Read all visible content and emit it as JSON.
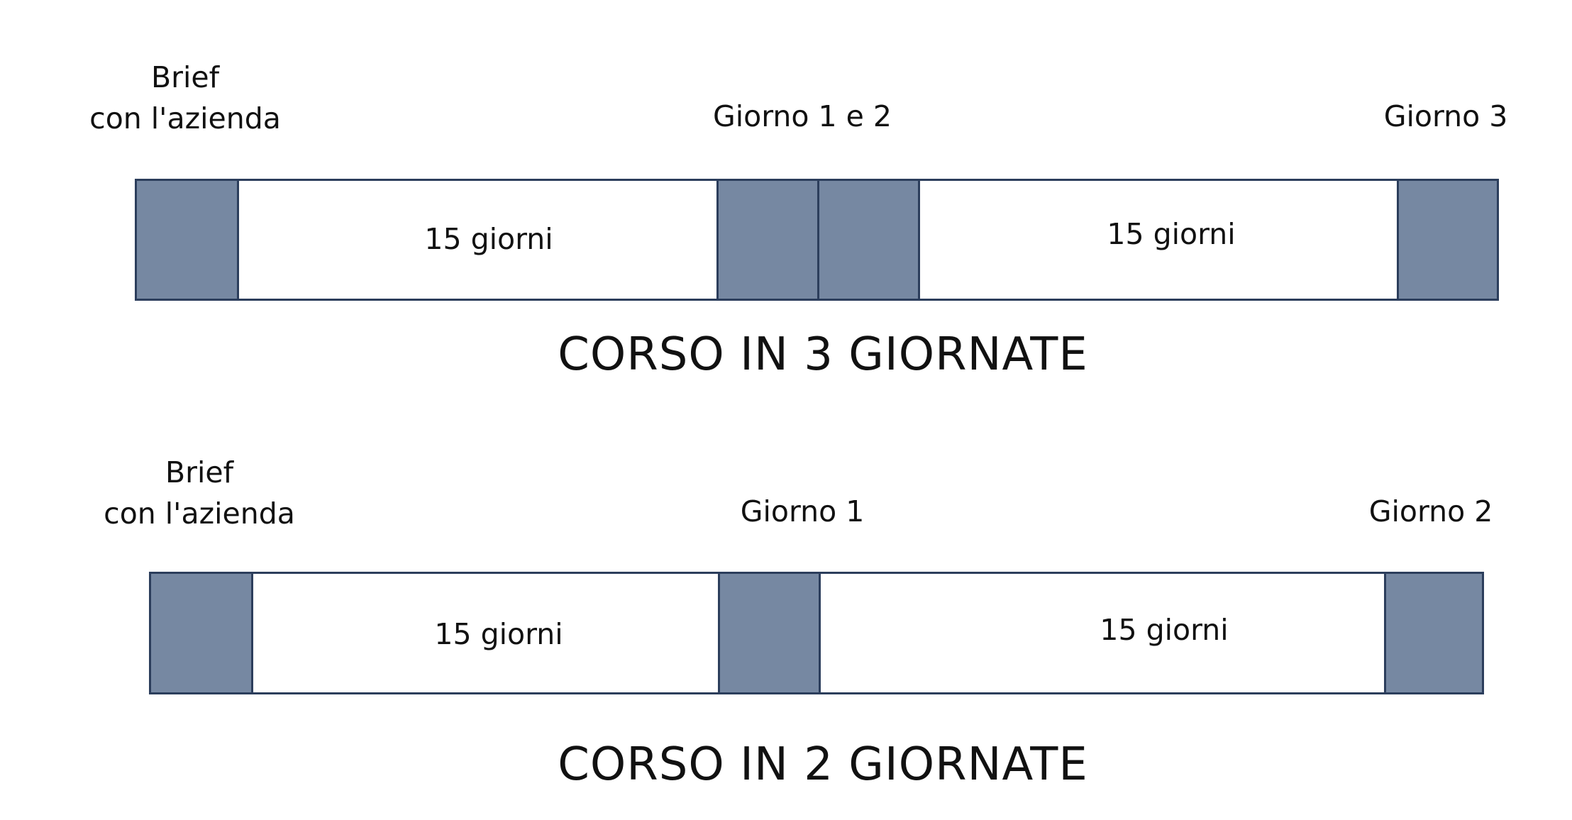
{
  "diagram_top": {
    "title": "CORSO IN 3 GIORNATE",
    "labels": {
      "brief_line1": "Brief",
      "brief_line2": "con l'azienda",
      "day12": "Giorno 1 e 2",
      "day3": "Giorno 3"
    },
    "gaps": {
      "gap1": "15 giorni",
      "gap2": "15 giorni"
    }
  },
  "diagram_bottom": {
    "title": "CORSO IN 2 GIORNATE",
    "labels": {
      "brief_line1": "Brief",
      "brief_line2": "con l'azienda",
      "day1": "Giorno 1",
      "day2": "Giorno 2"
    },
    "gaps": {
      "gap1": "15 giorni",
      "gap2": "15 giorni"
    }
  },
  "colors": {
    "block_fill": "#7688a2",
    "border": "#2c3e5c",
    "text": "#111111"
  }
}
